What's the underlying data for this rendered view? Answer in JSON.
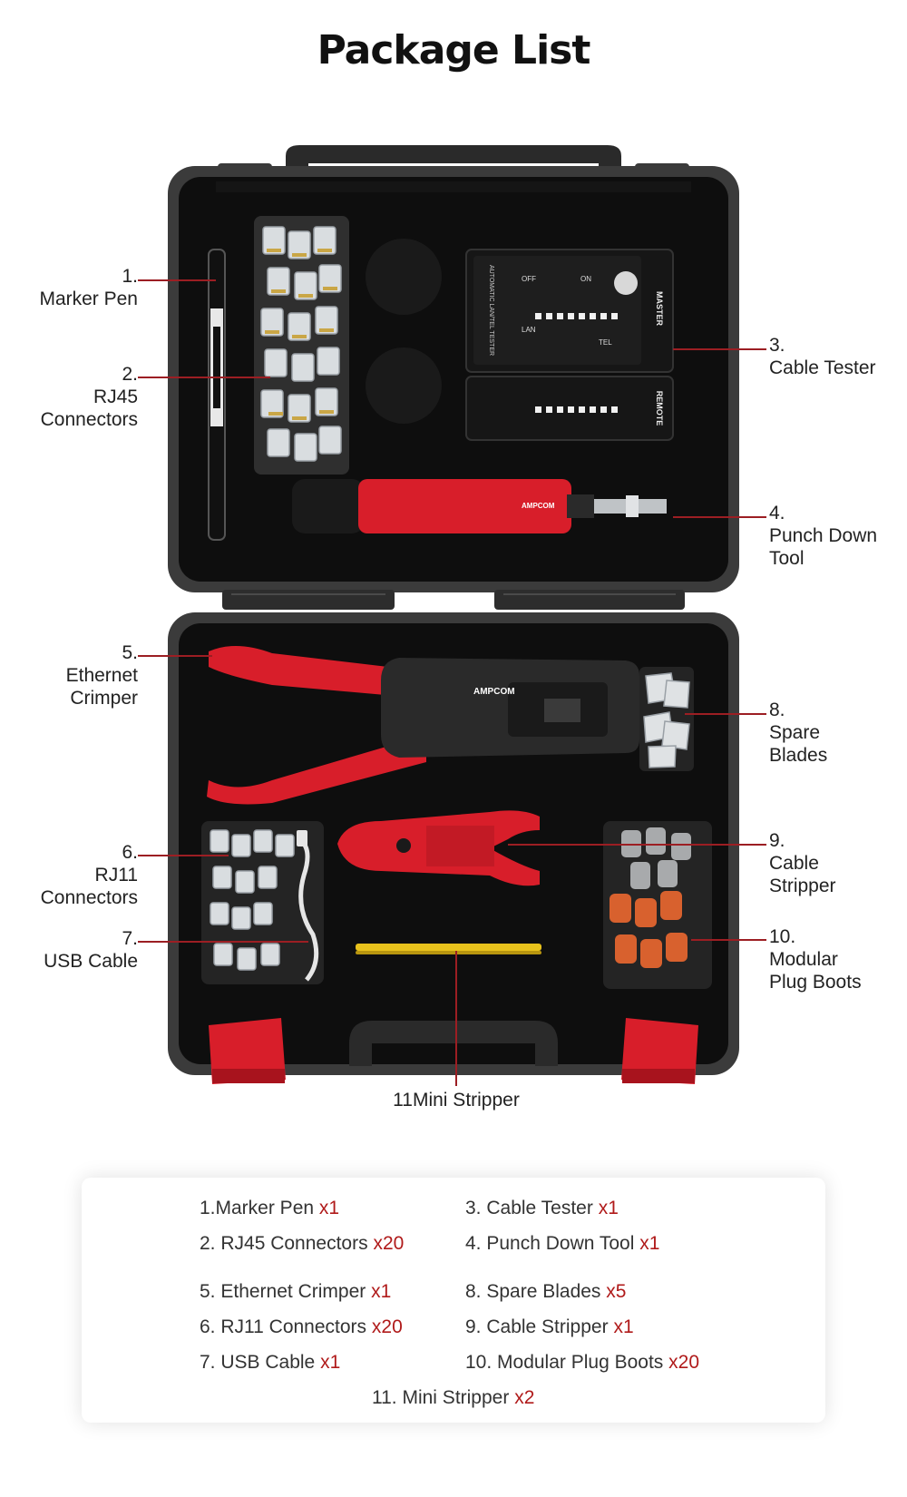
{
  "title": "Package List",
  "callouts": [
    {
      "num": "1.",
      "lines": [
        "Marker Pen"
      ]
    },
    {
      "num": "2.",
      "lines": [
        "RJ45",
        "Connectors"
      ]
    },
    {
      "num": "3.",
      "lines": [
        "Cable Tester"
      ]
    },
    {
      "num": "4.",
      "lines": [
        "Punch Down",
        "Tool"
      ]
    },
    {
      "num": "5.",
      "lines": [
        "Ethernet",
        "Crimper"
      ]
    },
    {
      "num": "6.",
      "lines": [
        "RJ11",
        "Connectors"
      ]
    },
    {
      "num": "7.",
      "lines": [
        "USB Cable"
      ]
    },
    {
      "num": "8.",
      "lines": [
        "Spare",
        "Blades"
      ]
    },
    {
      "num": "9.",
      "lines": [
        "Cable",
        "Stripper"
      ]
    },
    {
      "num": "10.",
      "lines": [
        "Modular",
        "Plug Boots"
      ]
    },
    {
      "num": "11",
      "lines": [
        "Mini Stripper"
      ]
    }
  ],
  "device_labels": {
    "tester_master": "MASTER",
    "tester_remote": "REMOTE",
    "tester_model": "AUTOMATIC LAN/TEL TESTER",
    "brand": "AMPCOM",
    "off": "OFF",
    "on": "ON",
    "lan": "LAN",
    "tel": "TEL"
  },
  "package_list": [
    {
      "name": "1.Marker Pen",
      "qty": "x1"
    },
    {
      "name": "3. Cable Tester",
      "qty": "x1"
    },
    {
      "name": "2. RJ45 Connectors",
      "qty": "x20"
    },
    {
      "name": "4. Punch Down Tool",
      "qty": "x1"
    },
    {
      "name": "5. Ethernet Crimper",
      "qty": "x1"
    },
    {
      "name": "8. Spare Blades",
      "qty": "x5"
    },
    {
      "name": "6. RJ11 Connectors",
      "qty": "x20"
    },
    {
      "name": "9. Cable Stripper",
      "qty": "x1"
    },
    {
      "name": "7. USB Cable",
      "qty": "x1"
    },
    {
      "name": "10. Modular Plug Boots",
      "qty": "x20"
    },
    {
      "name": "11. Mini Stripper",
      "qty": "x2"
    }
  ],
  "colors": {
    "accent_red": "#b01a1a",
    "case_dark": "#2b2b2b",
    "foam": "#0d0d0d",
    "tool_red": "#d81e2a"
  }
}
